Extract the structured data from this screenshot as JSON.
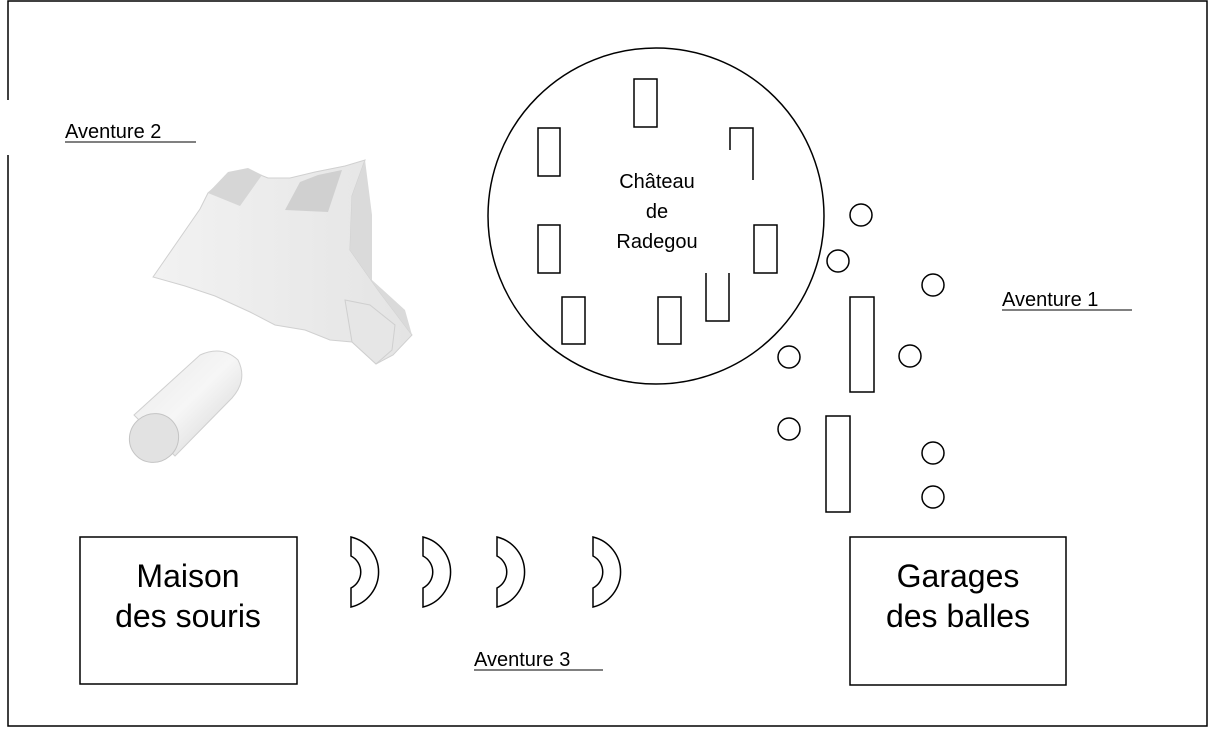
{
  "diagram": {
    "adventures": {
      "one": "Aventure 1",
      "two": "Aventure 2",
      "three": "Aventure 3"
    },
    "castle": {
      "line1": "Château",
      "line2": "de",
      "line3": "Radegou"
    },
    "mouse_house": {
      "line1": "Maison",
      "line2": "des souris"
    },
    "ball_garage": {
      "line1": "Garages",
      "line2": "des balles"
    },
    "colors": {
      "stroke": "#000000",
      "background": "#ffffff",
      "shape_light": "#efefef",
      "shape_mid": "#d9d9d9",
      "shape_dark": "#bfbfbf"
    }
  }
}
